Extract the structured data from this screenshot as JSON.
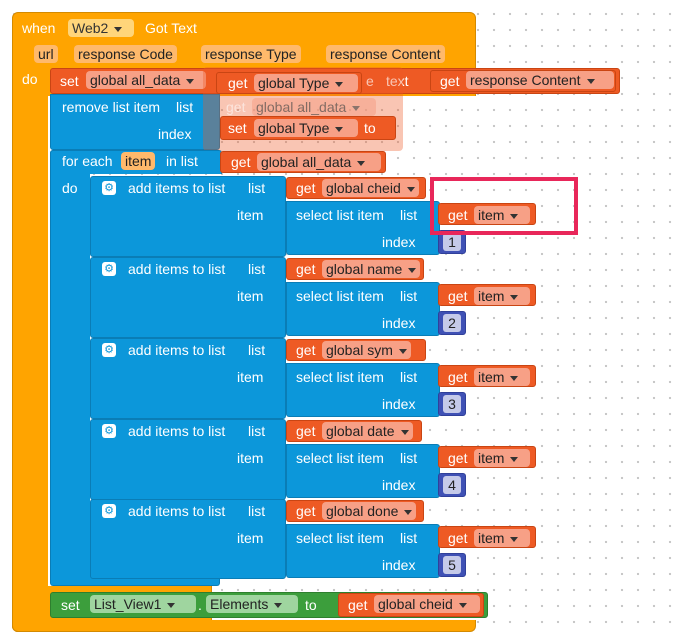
{
  "event": {
    "when": "when",
    "component": "Web2",
    "event": "Got Text",
    "params": [
      "url",
      "response Code",
      "response Type",
      "response Content"
    ],
    "do": "do"
  },
  "set1": {
    "set": "set",
    "var": "global all_data",
    "to_suffix": "e",
    "to_text": "text",
    "get": "get",
    "value": "response Content"
  },
  "ghost": {
    "get": "get",
    "type_var": "global Type",
    "all_data": "global all_data",
    "set": "set",
    "to": "to"
  },
  "remove": {
    "label": "remove list item",
    "list": "list",
    "index": "index"
  },
  "foreach": {
    "label": "for each",
    "var": "item",
    "in_list": "in list",
    "get": "get",
    "list_var": "global all_data",
    "do": "do"
  },
  "add_items": [
    {
      "label": "add items to list",
      "list": "list",
      "item": "item",
      "get": "get",
      "list_var": "global cheid",
      "select": "select list item",
      "select_list": "list",
      "item_get": "get",
      "item_var": "item",
      "index": "index",
      "num": "1"
    },
    {
      "label": "add items to list",
      "list": "list",
      "item": "item",
      "get": "get",
      "list_var": "global name",
      "select": "select list item",
      "select_list": "list",
      "item_get": "get",
      "item_var": "item",
      "index": "index",
      "num": "2"
    },
    {
      "label": "add items to list",
      "list": "list",
      "item": "item",
      "get": "get",
      "list_var": "global sym",
      "select": "select list item",
      "select_list": "list",
      "item_get": "get",
      "item_var": "item",
      "index": "index",
      "num": "3"
    },
    {
      "label": "add items to list",
      "list": "list",
      "item": "item",
      "get": "get",
      "list_var": "global date",
      "select": "select list item",
      "select_list": "list",
      "item_get": "get",
      "item_var": "item",
      "index": "index",
      "num": "4"
    },
    {
      "label": "add items to list",
      "list": "list",
      "item": "item",
      "get": "get",
      "list_var": "global done",
      "select": "select list item",
      "select_list": "list",
      "item_get": "get",
      "item_var": "item",
      "index": "index",
      "num": "5"
    }
  ],
  "set_last": {
    "set": "set",
    "component": "List_View1",
    "dot": ".",
    "prop": "Elements",
    "to": "to",
    "get": "get",
    "var": "global cheid"
  },
  "colors": {
    "event": "#FFA400",
    "variable": "#EE5A24",
    "list": "#0C97DA",
    "component": "#3C9E3C",
    "number": "#3F51B5",
    "highlight": "#E8275A"
  }
}
